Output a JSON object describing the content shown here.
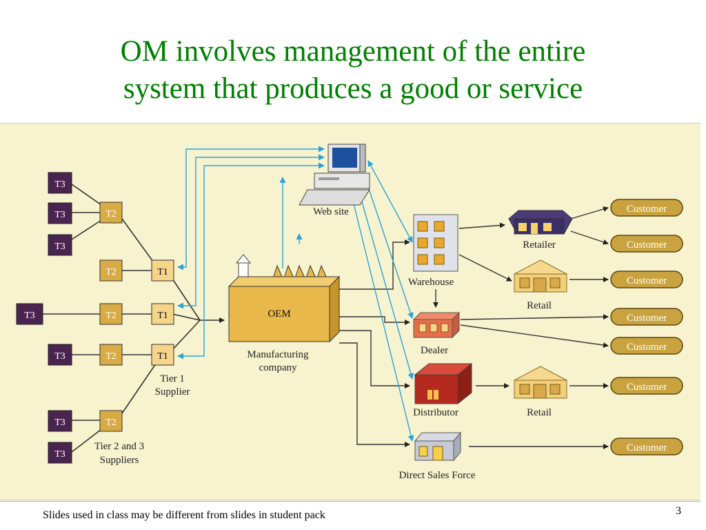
{
  "slide": {
    "title_line1": "OM involves management of the entire",
    "title_line2": "system that produces a good or service",
    "footer_text": "Slides used in class may be different from slides in student pack",
    "slide_number": "3"
  },
  "diagram": {
    "tier3_label": "T3",
    "tier2_label": "T2",
    "tier1_label": "T1",
    "oem_label": "OEM",
    "oem_caption_line1": "Manufacturing",
    "oem_caption_line2": "company",
    "website_label": "Web site",
    "tier1_caption_line1": "Tier 1",
    "tier1_caption_line2": "Supplier",
    "tier23_caption_line1": "Tier 2 and 3",
    "tier23_caption_line2": "Suppliers",
    "warehouse_label": "Warehouse",
    "dealer_label": "Dealer",
    "distributor_label": "Distributor",
    "direct_sales_label": "Direct Sales Force",
    "retailer_label": "Retailer",
    "retail_label_1": "Retail",
    "retail_label_2": "Retail",
    "customer_label": "Customer"
  },
  "colors": {
    "title_green": "#008000",
    "panel_background": "#f7f3cf",
    "tier3_fill": "#4a2450",
    "tier2_fill": "#d8ab45",
    "customer_fill": "#c9a33f",
    "arrow_blue": "#2aa3d8"
  }
}
